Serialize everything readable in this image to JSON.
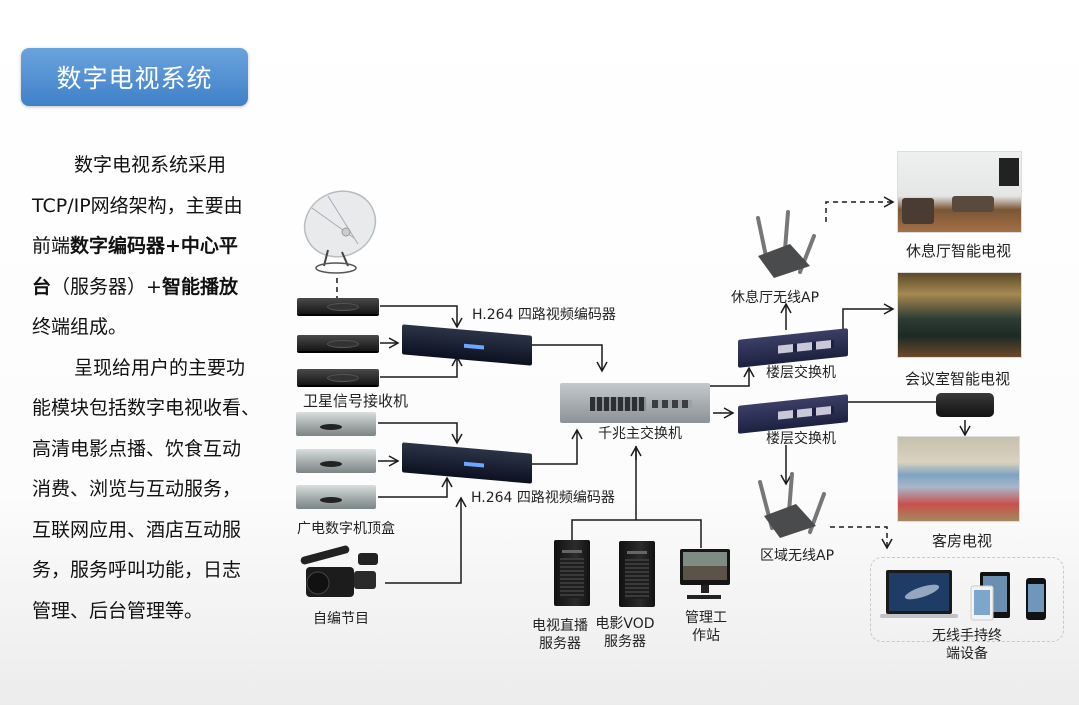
{
  "title": "数字电视系统",
  "description": {
    "para1": {
      "segments": [
        {
          "text": "数字电视系统采用TCP/IP网络架构，主要由前端",
          "bold": false
        },
        {
          "text": "数字编码器+中心平",
          "bold": true
        },
        {
          "text": "台",
          "bold": true
        },
        {
          "text": "（服务器）+",
          "bold": false
        },
        {
          "text": "智能播放",
          "bold": true
        },
        {
          "text": "终端组成。",
          "bold": false
        }
      ],
      "lines": [
        "数字电视系统采用",
        "TCP/IP网络架构，主要由",
        "前端|数字编码器+中心平",
        "台|（服务器）+|智能播放",
        "终端组成。"
      ]
    },
    "para2": {
      "lines": [
        "呈现给用户的主要功",
        "能模块包括数字电视收看、",
        "高清电影点播、饮食互动",
        "消费、浏览与互动服务，",
        "互联网应用、酒店互动服",
        "务，服务呼叫功能，日志",
        "管理、后台管理等。"
      ]
    }
  },
  "diagram": {
    "nodes": {
      "satellite_receiver": "卫星信号接收机",
      "encoder_top": "H.264 四路视频编码器",
      "encoder_bottom": "H.264 四路视频编码器",
      "cable_stb": "广电数字机顶盒",
      "self_program": "自编节目",
      "core_switch": "千兆主交换机",
      "live_server": "电视直播\n服务器",
      "vod_server": "电影VOD\n服务器",
      "mgmt_station": "管理工\n作站",
      "lounge_ap": "休息厅无线AP",
      "floor_switch_1": "楼层交换机",
      "floor_switch_2": "楼层交换机",
      "area_ap": "区域无线AP",
      "lounge_tv": "休息厅智能电视",
      "meeting_tv": "会议室智能电视",
      "room_tv": "客房电视",
      "handheld": "无线手持终\n端设备"
    },
    "labels": {
      "live_server_l1": "电视直播",
      "live_server_l2": "服务器",
      "vod_server_l1": "电影VOD",
      "vod_server_l2": "服务器",
      "mgmt_l1": "管理工",
      "mgmt_l2": "作站",
      "handheld_l1": "无线手持终",
      "handheld_l2": "端设备"
    },
    "edges": [
      {
        "from": "satellite_dish",
        "to": "satellite_receiver",
        "style": "dashed"
      },
      {
        "from": "satellite_receiver",
        "to": "encoder_top",
        "style": "solid"
      },
      {
        "from": "cable_stb",
        "to": "encoder_bottom",
        "style": "solid"
      },
      {
        "from": "self_program",
        "to": "encoder_bottom",
        "style": "solid"
      },
      {
        "from": "encoder_top",
        "to": "core_switch",
        "style": "solid"
      },
      {
        "from": "encoder_bottom",
        "to": "core_switch",
        "style": "solid"
      },
      {
        "from": "live_server",
        "to": "core_switch",
        "style": "solid"
      },
      {
        "from": "vod_server",
        "to": "core_switch",
        "style": "solid"
      },
      {
        "from": "mgmt_station",
        "to": "core_switch",
        "style": "solid"
      },
      {
        "from": "core_switch",
        "to": "floor_switch_1",
        "style": "solid"
      },
      {
        "from": "core_switch",
        "to": "floor_switch_2",
        "style": "solid"
      },
      {
        "from": "floor_switch_1",
        "to": "lounge_ap",
        "style": "solid"
      },
      {
        "from": "floor_switch_1",
        "to": "meeting_tv",
        "style": "solid"
      },
      {
        "from": "lounge_ap",
        "to": "lounge_tv",
        "style": "dashed"
      },
      {
        "from": "floor_switch_2",
        "to": "room_tv",
        "style": "solid"
      },
      {
        "from": "floor_switch_2",
        "to": "area_ap",
        "style": "solid"
      },
      {
        "from": "area_ap",
        "to": "handheld",
        "style": "dashed"
      }
    ]
  },
  "colors": {
    "title_bg": "#4a8ad0",
    "title_text": "#ffffff",
    "line": "#1a1a1a"
  }
}
